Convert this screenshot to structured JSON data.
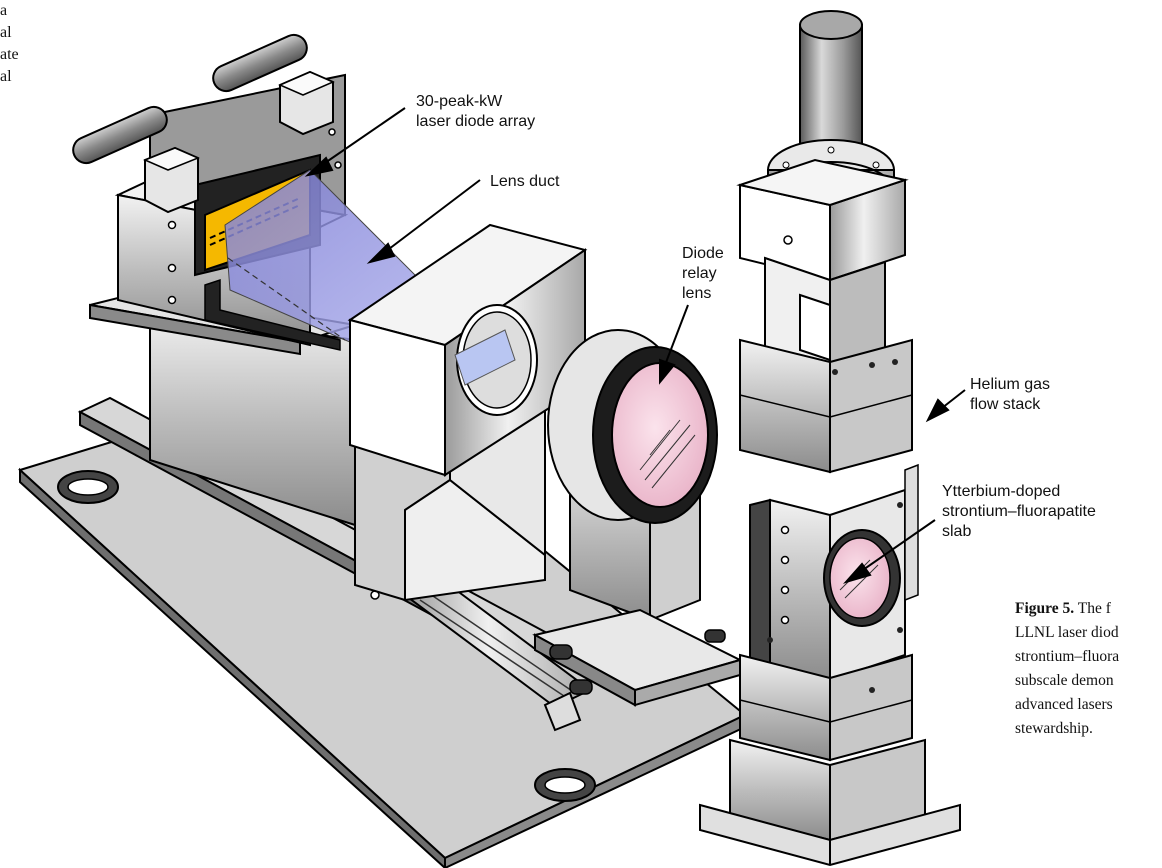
{
  "body_text_fragments": [
    "a",
    "al",
    "ate",
    "al"
  ],
  "labels": {
    "diode_array_line1": "30-peak-kW",
    "diode_array_line2": "laser diode array",
    "lens_duct": "Lens duct",
    "diode_relay_line1": "Diode",
    "diode_relay_line2": "relay",
    "diode_relay_line3": "lens",
    "helium_line1": "Helium gas",
    "helium_line2": "flow stack",
    "slab_line1": "Ytterbium-doped",
    "slab_line2": "strontium–fluorapatite",
    "slab_line3": "slab"
  },
  "caption": {
    "figure_label": "Figure 5.",
    "lines": [
      "The f",
      "LLNL laser diod",
      "strontium–fluora",
      "subscale demon",
      "advanced lasers",
      "stewardship."
    ]
  },
  "colors": {
    "diode_face": "#f5b800",
    "lens_duct_beam": "#8a86d8",
    "lens_glass": "#f4c8d8",
    "metal_light": "#e6e6e6",
    "metal_mid": "#bdbdbd",
    "metal_dark": "#7a7a7a"
  }
}
